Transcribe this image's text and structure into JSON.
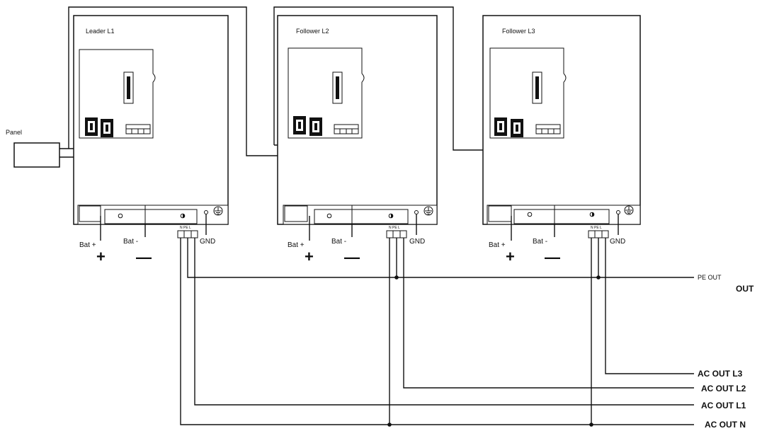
{
  "panel_label": "Panel",
  "inverters": [
    {
      "title": "Leader   L1",
      "bat_plus": "Bat +",
      "bat_minus": "Bat -",
      "plus_sign": "+",
      "minus_sign": "—",
      "gnd": "GND",
      "terminal_label": "N PE L"
    },
    {
      "title": "Follower  L2",
      "bat_plus": "Bat +",
      "bat_minus": "Bat -",
      "plus_sign": "+",
      "minus_sign": "—",
      "gnd": "GND",
      "terminal_label": "N PE L"
    },
    {
      "title": "Follower  L3",
      "bat_plus": "Bat +",
      "bat_minus": "Bat -",
      "plus_sign": "+",
      "minus_sign": "—",
      "gnd": "GND",
      "terminal_label": "N PE L"
    }
  ],
  "outputs": {
    "pe": "PE OUT",
    "out": "OUT",
    "l3": "AC  OUT  L3",
    "l2": "AC  OUT  L2",
    "l1": "AC  OUT  L1",
    "n": "AC  OUT  N"
  },
  "icons": {
    "ground": "ground-symbol-icon"
  }
}
